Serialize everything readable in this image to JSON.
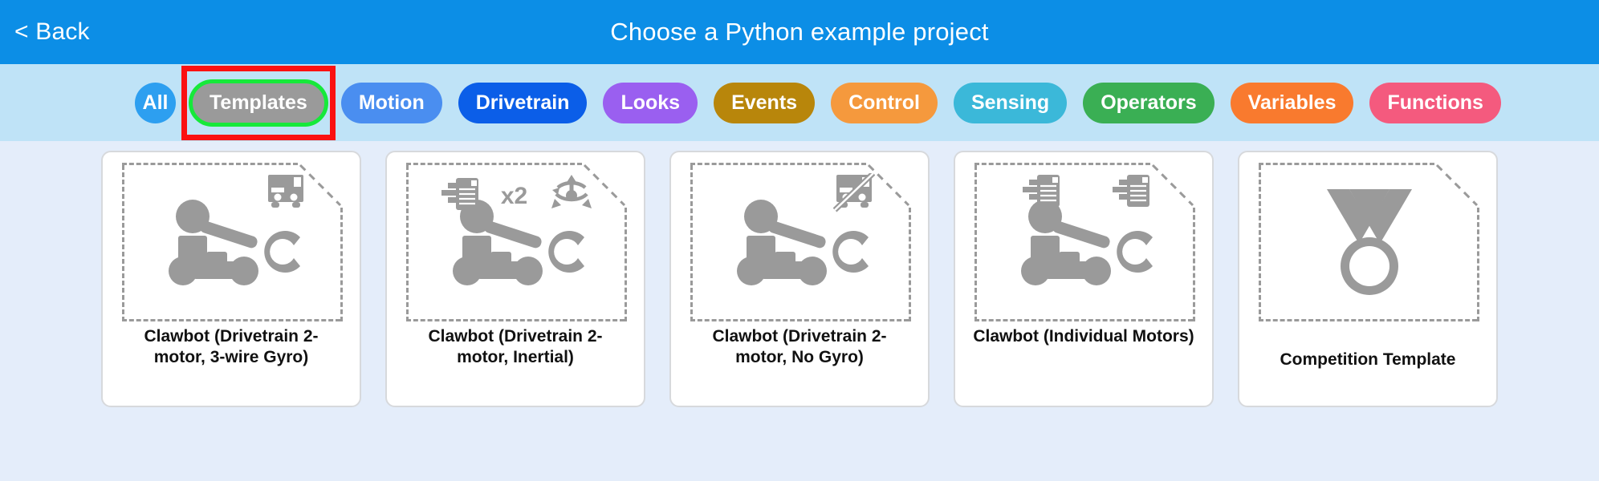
{
  "header": {
    "back_label": "< Back",
    "title": "Choose a Python example project",
    "bg_color": "#0c8ee6"
  },
  "filterbar": {
    "bg_color": "#bfe3f7",
    "selected": "Templates",
    "annotation": {
      "type": "highlight-rectangle",
      "color": "#fb1111",
      "target": "Templates"
    },
    "selected_outline_color": "#16e93a",
    "pills": [
      {
        "label": "All",
        "color": "#2d9ff0",
        "shape": "round"
      },
      {
        "label": "Templates",
        "color": "#9a9a9a",
        "shape": "pill",
        "selected": true
      },
      {
        "label": "Motion",
        "color": "#4a8ef0",
        "shape": "pill"
      },
      {
        "label": "Drivetrain",
        "color": "#0b5ee8",
        "shape": "pill"
      },
      {
        "label": "Looks",
        "color": "#9a5ff0",
        "shape": "pill"
      },
      {
        "label": "Events",
        "color": "#b8860b",
        "shape": "pill"
      },
      {
        "label": "Control",
        "color": "#f5993d",
        "shape": "pill"
      },
      {
        "label": "Sensing",
        "color": "#3bb8d9",
        "shape": "pill"
      },
      {
        "label": "Operators",
        "color": "#3aaf54",
        "shape": "pill"
      },
      {
        "label": "Variables",
        "color": "#f97a2e",
        "shape": "pill"
      },
      {
        "label": "Functions",
        "color": "#f45a7e",
        "shape": "pill"
      }
    ]
  },
  "main": {
    "bg_color": "#e4edfa",
    "cards": [
      {
        "label": "Clawbot (Drivetrain 2-motor, 3-wire Gyro)",
        "art": "clawbot",
        "badges": [
          "gyro-sensor-icon"
        ],
        "badge_align": "right"
      },
      {
        "label": "Clawbot (Drivetrain 2-motor, Inertial)",
        "art": "clawbot",
        "badges": [
          "motor-icon",
          "x2-label",
          "inertial-sensor-icon"
        ],
        "badge_align": "center"
      },
      {
        "label": "Clawbot (Drivetrain 2-motor, No Gyro)",
        "art": "clawbot",
        "badges": [
          "no-gyro-sensor-icon"
        ],
        "badge_align": "right"
      },
      {
        "label": "Clawbot (Individual Motors)",
        "art": "clawbot",
        "badges": [
          "motor-icon",
          "motor-icon"
        ],
        "badge_align": "spread"
      },
      {
        "label": "Competition Template",
        "art": "medal",
        "badges": [],
        "badge_align": "none"
      }
    ],
    "art_color": "#9a9a9a",
    "sheet_border_color": "#9a9a9a"
  }
}
